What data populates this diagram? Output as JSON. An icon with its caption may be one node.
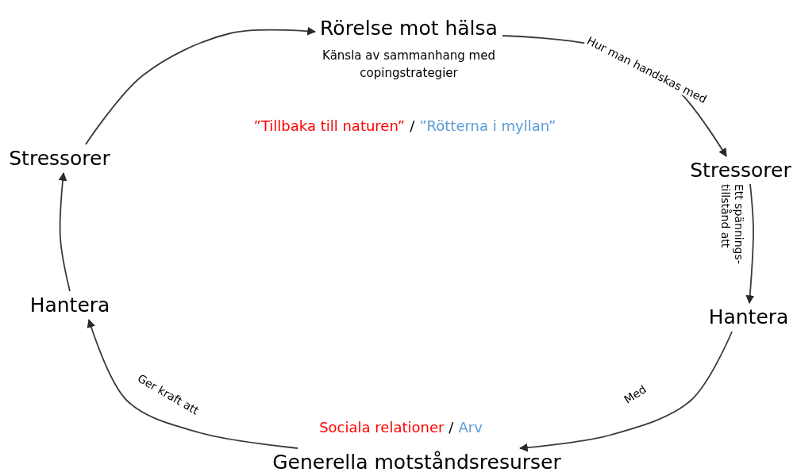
{
  "diagram": {
    "nodes": [
      {
        "text": [
          "Rörelse mot hälsa",
          "Känsla av sammanhang med copingstrategier"
        ]
      },
      {
        "text": [
          "Stressorer"
        ]
      },
      {
        "text": [
          "Hantera"
        ]
      },
      {
        "text": [
          "Generella motståndsresurser"
        ]
      },
      {
        "text": [
          "Hantera"
        ]
      },
      {
        "text": [
          "Stressorer"
        ]
      }
    ],
    "edges": [
      {
        "from": 0,
        "to": 1,
        "arrow": "to",
        "label": "Hur man handskas med"
      },
      {
        "from": 1,
        "to": 2,
        "arrow": "to",
        "label": "Ett spännings- tillstånd att"
      },
      {
        "from": 2,
        "to": 3,
        "arrow": "to",
        "label": "Med"
      },
      {
        "from": 3,
        "to": 4,
        "arrow": "to",
        "label": "Ger kraft att"
      },
      {
        "from": 4,
        "to": 5,
        "arrow": "to"
      },
      {
        "from": 5,
        "to": 0,
        "arrow": "to"
      }
    ],
    "labels": [
      "”Tillbaka till naturen”",
      "/",
      "”Rötterna i myllan”",
      "Sociala relationer",
      "/",
      "Arv"
    ]
  }
}
